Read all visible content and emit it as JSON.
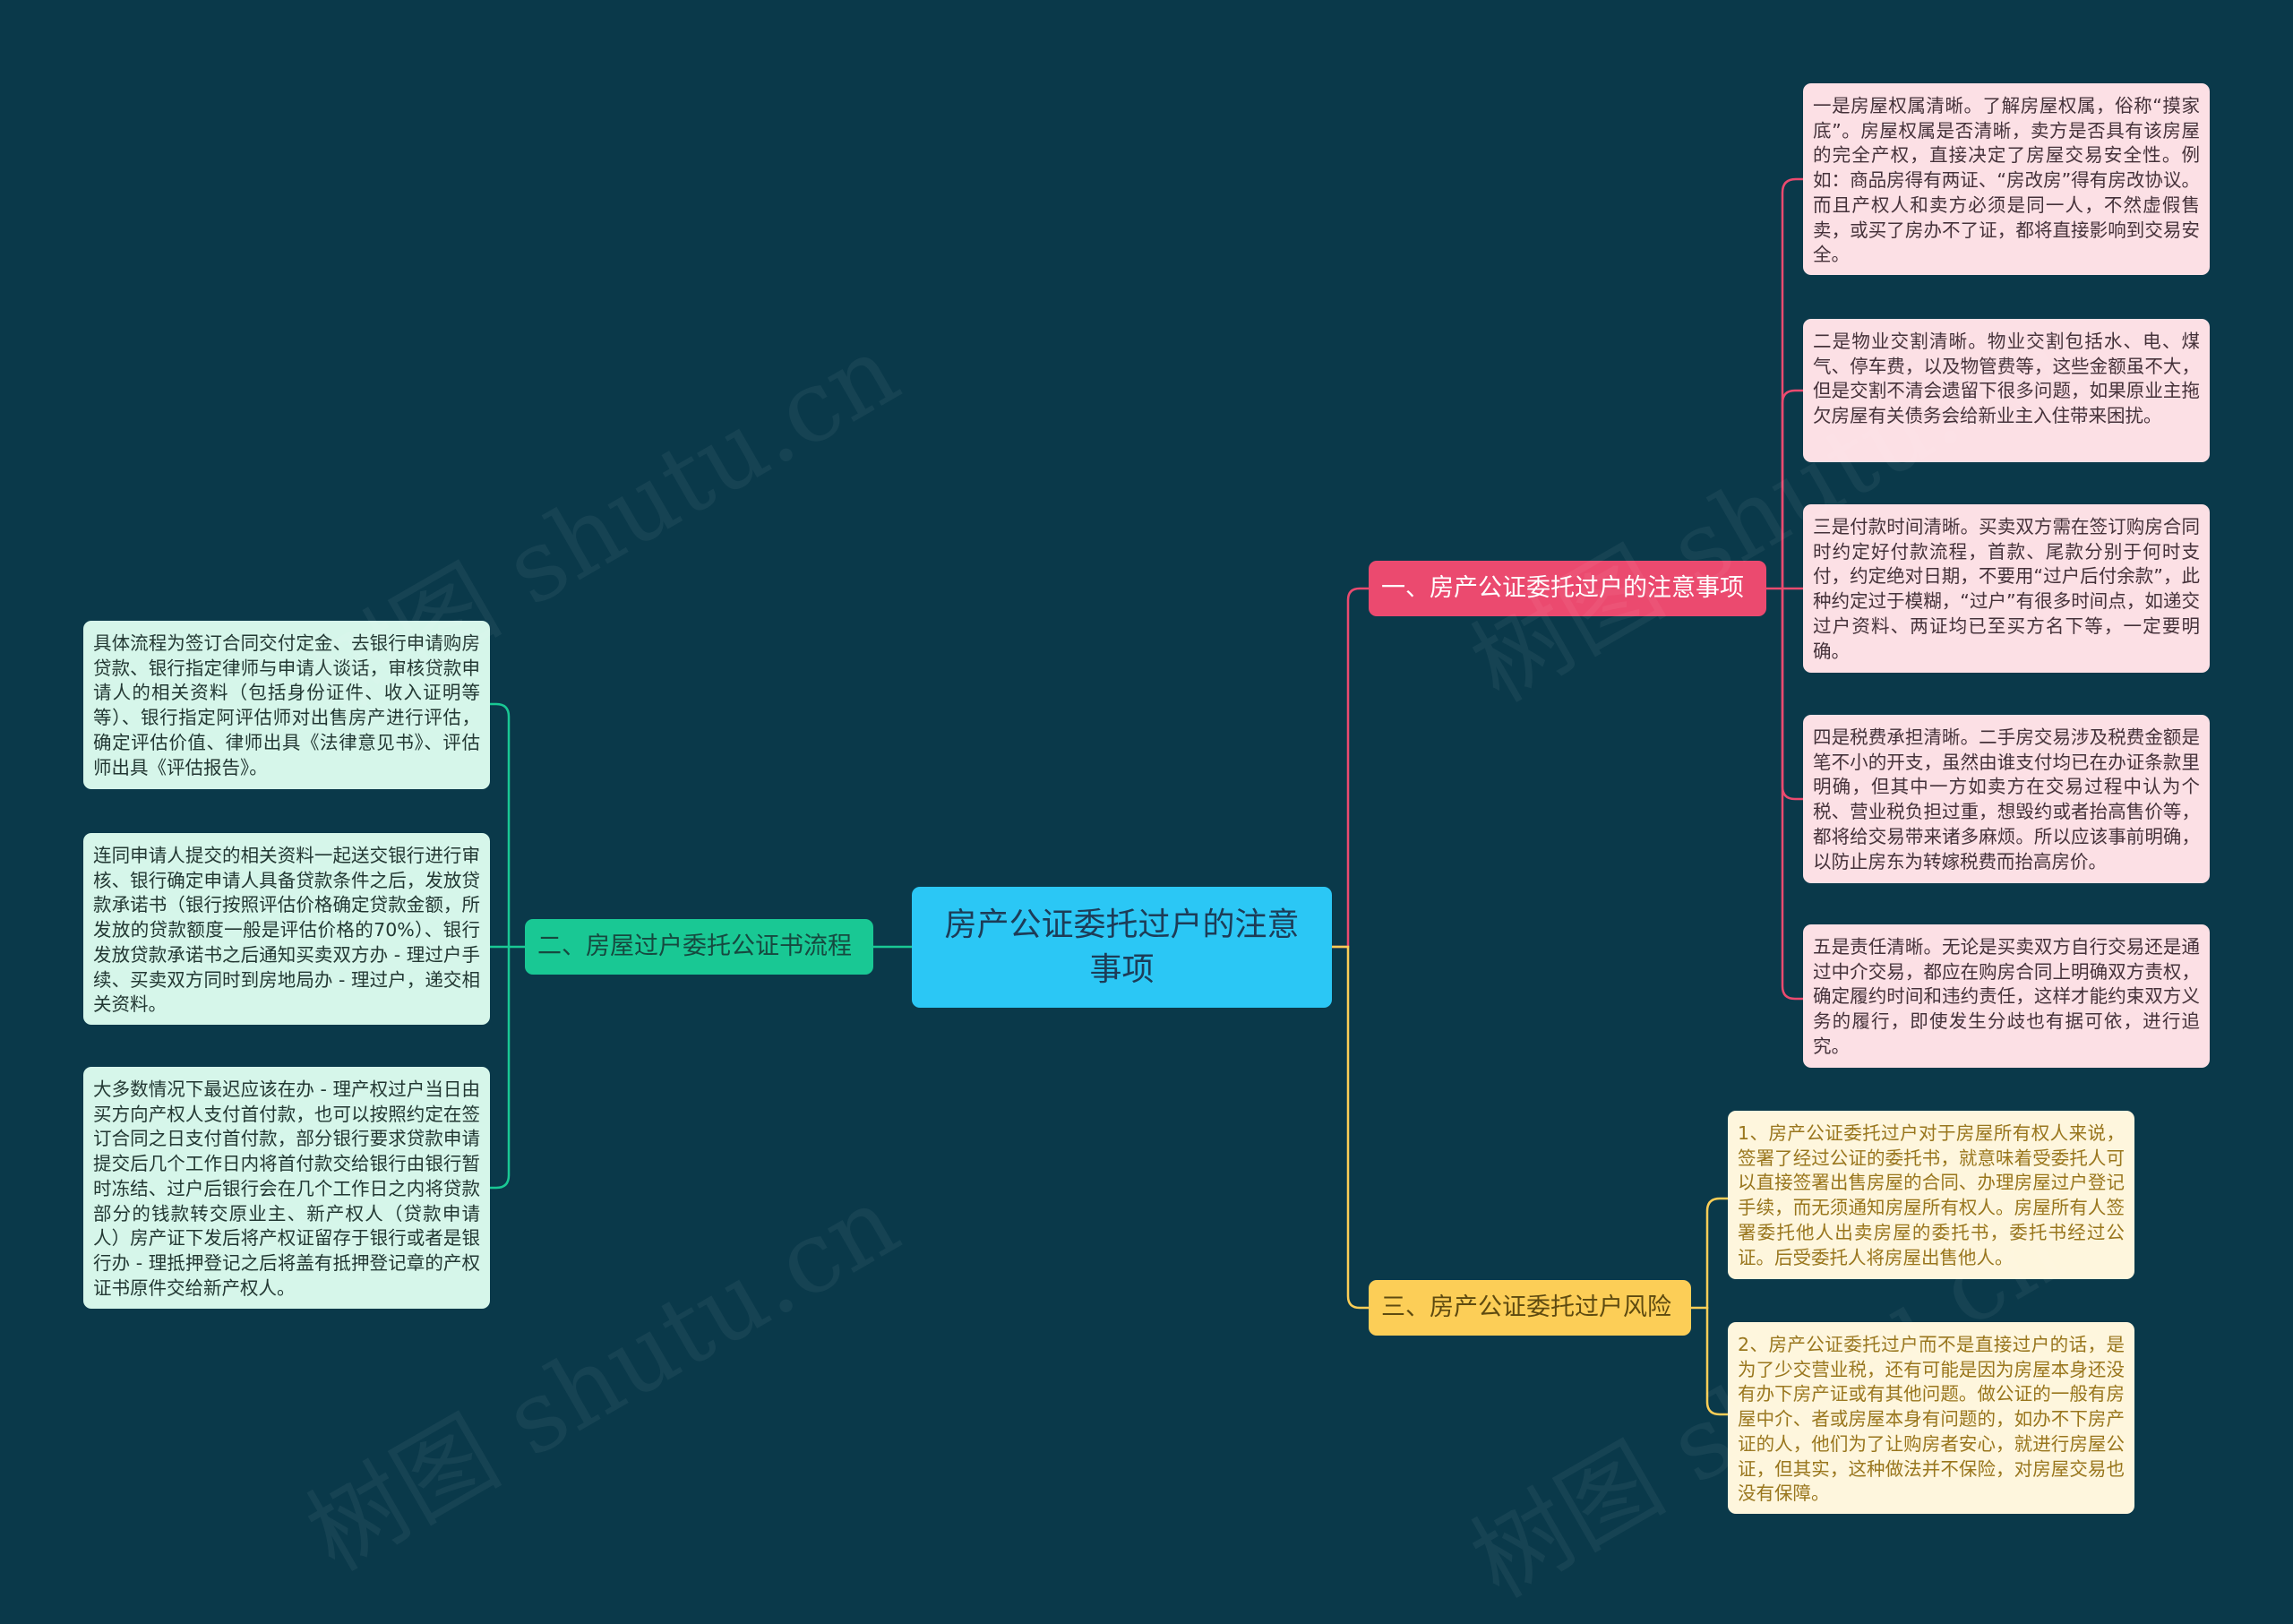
{
  "root": {
    "text": "房产公证委托过户的注意事项"
  },
  "branches": [
    {
      "label": "一、房产公证委托过户的注意事项",
      "color": "#eb4a6f",
      "items": [
        "一是房屋权属清晰。了解房屋权属，俗称“摸家底”。房屋权属是否清晰，卖方是否具有该房屋的完全产权，直接决定了房屋交易安全性。例如：商品房得有两证、“房改房”得有房改协议。而且产权人和卖方必须是同一人，不然虚假售卖，或买了房办不了证，都将直接影响到交易安全。",
        "二是物业交割清晰。物业交割包括水、电、煤气、停车费，以及物管费等，这些金额虽不大，但是交割不清会遗留下很多问题，如果原业主拖欠房屋有关债务会给新业主入住带来困扰。",
        "三是付款时间清晰。买卖双方需在签订购房合同时约定好付款流程，首款、尾款分别于何时支付，约定绝对日期，不要用“过户后付余款”，此种约定过于模糊，“过户”有很多时间点，如递交过户资料、两证均已至买方名下等，一定要明确。",
        "四是税费承担清晰。二手房交易涉及税费金额是笔不小的开支，虽然由谁支付均已在办证条款里明确，但其中一方如卖方在交易过程中认为个税、营业税负担过重，想毁约或者抬高售价等，都将给交易带来诸多麻烦。所以应该事前明确，以防止房东为转嫁税费而抬高房价。",
        "五是责任清晰。无论是买卖双方自行交易还是通过中介交易，都应在购房合同上明确双方责权，确定履约时间和违约责任，这样才能约束双方义务的履行，即使发生分歧也有据可依，进行追究。"
      ]
    },
    {
      "label": "二、房屋过户委托公证书流程",
      "color": "#19c894",
      "items": [
        "具体流程为签订合同交付定金、去银行申请购房贷款、银行指定律师与申请人谈话，审核贷款申请人的相关资料（包括身份证件、收入证明等等）、银行指定阿评估师对出售房产进行评估，确定评估价值、律师出具《法律意见书》、评估师出具《评估报告》。",
        "连同申请人提交的相关资料一起送交银行进行审核、银行确定申请人具备贷款条件之后，发放贷款承诺书（银行按照评估价格确定贷款金额，所发放的贷款额度一般是评估价格的70%）、银行发放贷款承诺书之后通知买卖双方办 - 理过户手续、买卖双方同时到房地局办 - 理过户，递交相关资料。",
        "大多数情况下最迟应该在办 - 理产权过户当日由买方向产权人支付首付款，也可以按照约定在签订合同之日支付首付款，部分银行要求贷款申请提交后几个工作日内将首付款交给银行由银行暂时冻结、过户后银行会在几个工作日之内将贷款部分的钱款转交原业主、新产权人（贷款申请人）房产证下发后将产权证留存于银行或者是银行办 - 理抵押登记之后将盖有抵押登记章的产权证书原件交给新产权人。"
      ]
    },
    {
      "label": "三、房产公证委托过户风险",
      "color": "#fcce57",
      "items": [
        "1、房产公证委托过户对于房屋所有权人来说，签署了经过公证的委托书，就意味着受委托人可以直接签署出售房屋的合同、办理房屋过户登记手续，而无须通知房屋所有权人。房屋所有人签署委托他人出卖房屋的委托书，委托书经过公证。后受委托人将房屋出售他人。",
        "2、房产公证委托过户而不是直接过户的话，是为了少交营业税，还有可能是因为房屋本身还没有办下房产证或有其他问题。做公证的一般有房屋中介、者或房屋本身有问题的，如办不下房产证的人，他们为了让购房者安心，就进行房屋公证，但其实，这种做法并不保险，对房屋交易也没有保障。"
      ]
    }
  ],
  "watermark": {
    "text": "树图 shutu.cn"
  }
}
